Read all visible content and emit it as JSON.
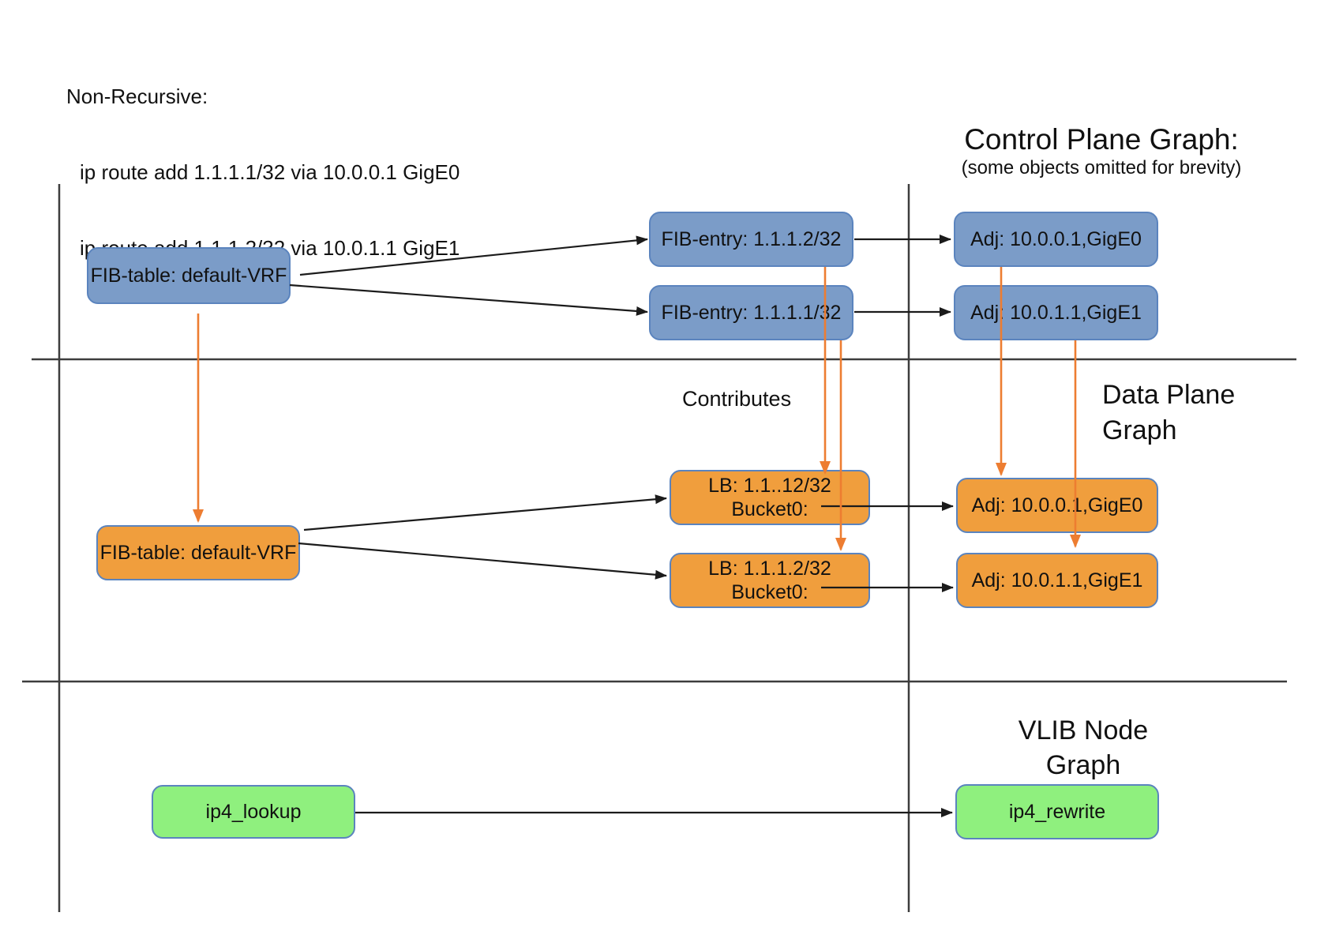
{
  "note": {
    "title": "Non-Recursive:",
    "lines": [
      "ip route add 1.1.1.1/32 via 10.0.0.1 GigE0",
      "ip route add 1.1.1.2/32 via 10.0.1.1 GigE1"
    ]
  },
  "headings": {
    "control_plane": {
      "title": "Control Plane Graph:",
      "subtitle": "(some objects omitted for brevity)"
    },
    "data_plane": {
      "line1": "Data Plane",
      "line2": "Graph"
    },
    "vlib": {
      "line1": "VLIB Node",
      "line2": "Graph"
    }
  },
  "labels": {
    "contributes": "Contributes"
  },
  "nodes": {
    "cp_fib_table": "FIB-table: default-VRF",
    "cp_fib_entry_2": "FIB-entry: 1.1.1.2/32",
    "cp_fib_entry_1": "FIB-entry: 1.1.1.1/32",
    "cp_adj_0": "Adj: 10.0.0.1,GigE0",
    "cp_adj_1": "Adj: 10.0.1.1,GigE1",
    "dp_fib_table": "FIB-table: default-VRF",
    "dp_lb1": {
      "line1": "LB: 1.1..12/32",
      "line2": "Bucket0:"
    },
    "dp_lb2": {
      "line1": "LB: 1.1.1.2/32",
      "line2": "Bucket0:"
    },
    "dp_adj_0": "Adj: 10.0.0.1,GigE0",
    "dp_adj_1": "Adj: 10.0.1.1,GigE1",
    "vlib_lookup": "ip4_lookup",
    "vlib_rewrite": "ip4_rewrite"
  },
  "colors": {
    "box_blue": "#7b9cc8",
    "box_orange": "#f09e3d",
    "box_green": "#8ff07e",
    "box_border": "#5b84be",
    "arrow_orange": "#ed7d31",
    "arrow_black": "#1b1b1b",
    "grid_line": "#3d3d3d",
    "text": "#111111",
    "background": "#ffffff"
  }
}
